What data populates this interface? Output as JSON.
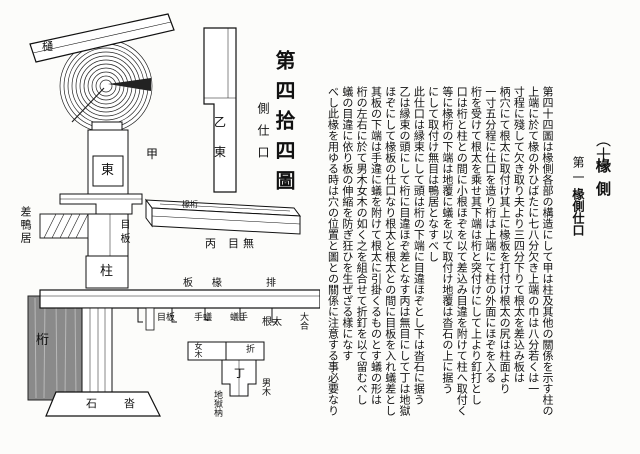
{
  "chapter": {
    "number": "（十）",
    "title": "椽側"
  },
  "section": {
    "number": "第一",
    "title": "椽側仕口"
  },
  "figure": {
    "title": "第四拾四圖",
    "subtitle": "側仕口"
  },
  "body": {
    "columns": [
      "第四十四圖は椽側各部の構造にして甲は柱及其他の關係を示す柱の",
      "上端に於て椽の外ひばたに七八分欠き上端の巾は八分若くは一",
      "寸程に殘して欠き取り夫より三四分下りて根太を差込み板は",
      "柄穴にて根太に取付け其上に椽板を打付け根太の尻は柱面より",
      "一寸五分程に仕口を造り桁は上端にて柱の外面にほぞを入る",
      "桁を受けて根太を乘せ其下端は桁と突付けにして上より釘打とし",
      "口は桁と柱との間に小根ほぞを以て差込み目違を附けて柱へ取付く",
      "等に椽桁の下端は地覆に蟻を以て取付け地覆は沓石の上に据う",
      "にして取付け無目は鴨居となすべし",
      "此仕口は縁束にして頭は桁の下端に目違ほぞとし下は沓石に据う",
      "乙は縁束の頭にして桁に目違ほぞ差となす丙は無目にして丁は地獄",
      "ほぞにして椽板の仕口なり根太と根太との間に目板を入れ蟻差とし",
      "其板の下端は手違に蟻を附けて根太に引掛くるものとす蟻の形は",
      "桁の左右に於て男木女木の如く之を組合せて折釘を以て留むべし",
      "蟻の目違に依り板の伸縮を防ぎ狂ひを生ぜざる樣になす",
      "べし此椽を用ゆる時は穴の位置と圖との關係に注意する事必要なり"
    ]
  },
  "diagram": {
    "labels": {
      "hi": "樋",
      "koh": "甲",
      "tsuka_upper": "東",
      "meita_post": "目板",
      "hashira": "柱",
      "sashikamoi": "差鴨居",
      "keta": "桁",
      "ishi": "石",
      "kutsu": "沓",
      "ita": "板",
      "en": "椽",
      "hai": "排",
      "meita_beam": "目板",
      "te_ari": "手蟻",
      "ari_te": "蟻手",
      "neda": "根太",
      "daigo": "大合",
      "otsu": "乙",
      "tsuka_otsu": "東",
      "engeta": "椽桁",
      "hei": "丙",
      "mume": "目無",
      "meki": "女木",
      "ori": "折",
      "tei": "丁",
      "oki": "男木",
      "jigoku": "地獄枘"
    }
  }
}
